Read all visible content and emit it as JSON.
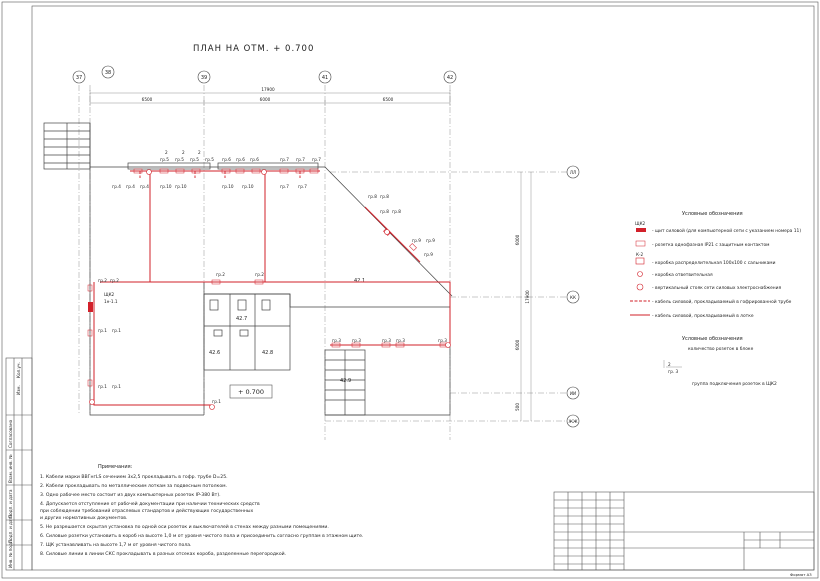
{
  "title": "ПЛАН НА ОТМ. + 0.700",
  "axes_top": [
    "37",
    "38",
    "39",
    "41",
    "42"
  ],
  "axes_right": [
    "ЛЛ",
    "КК",
    "ИИ",
    "ЖЖ"
  ],
  "dims_top": {
    "overall": "17900",
    "a": "6500",
    "b": "6000",
    "c": "6500"
  },
  "dims_right": {
    "overall": "17900",
    "a": "6000",
    "b": "6000",
    "c": "500"
  },
  "rooms": {
    "r421": "42.1",
    "r427": "42.7",
    "r426": "42.6",
    "r428": "42.8",
    "r429": "42.9"
  },
  "elevation": "+ 0.700",
  "panel": {
    "name": "ЩК2",
    "sub": "1н-1.1"
  },
  "groups": {
    "g5": "гр.5",
    "g6": "гр.6",
    "g7": "гр.7",
    "g4": "гр.4",
    "g10": "гр.10",
    "g8": "гр.8",
    "g9": "гр.9",
    "g2": "гр.2",
    "g1": "гр.1",
    "g3": "гр.3",
    "n2": "2"
  },
  "legend": {
    "title": "Условные обозначения",
    "items": [
      "- щит силовой (для компьютерной сети с указанием номера 11)",
      "- розетка однофазная IP21 с защитным контактом",
      "- коробка распределительная 100х100 с сальниками",
      "- коробка ответвительная",
      "- вертикальный стояк сети силовых электроснабжения",
      "- кабель силовой, прокладываемый в гофрированной трубе",
      "- кабель силовой, прокладываемый в лотке"
    ],
    "panel_label": "ЩК2",
    "box_label": "К-2"
  },
  "legend2": {
    "title": "Условные обозначения",
    "line1": "количество розеток в блоке",
    "num": "2",
    "grp": "гр. 3",
    "line2": "группа подключения розеток в ЩК2"
  },
  "notes": {
    "title": "Примечания:",
    "items": [
      "1. Кабели марки ВВГнгLS сечением 3х2,5 прокладывать в гофр. трубе D=25.",
      "2. Кабели прокладывать по металлическим лоткам за подвесным потолком.",
      "3. Одно рабочее место состоит из двух компьютерных розеток IP-380 Вт).",
      "4. Допускается отступление от рабочей документации при наличии технических средств",
      "при соблюдении требований отраслевых стандартов и действующих государственных",
      "и других нормативных документов.",
      "5. Не разрешается скрытая установка по одной оси розеток и выключателей в стенах между разными помещениями.",
      "6. Силовые розетки установить в короб на высоте 1,0 м от уровня чистого пола и присоединить согласно группам в этажном щите.",
      "7. ЩК устанавливать на высоте 1,7 м от уровня чистого пола.",
      "8. Силовые линии в линии СКС прокладывать в разных отсеках короба, разделенные перегородкой."
    ]
  },
  "side_labels": [
    "Согласовано",
    "Взам. инв. №",
    "Подп. и дата",
    "Инв. № подл.",
    "Подп. и дата",
    "Изм.",
    "Кол.уч."
  ],
  "format": "Формат А3"
}
